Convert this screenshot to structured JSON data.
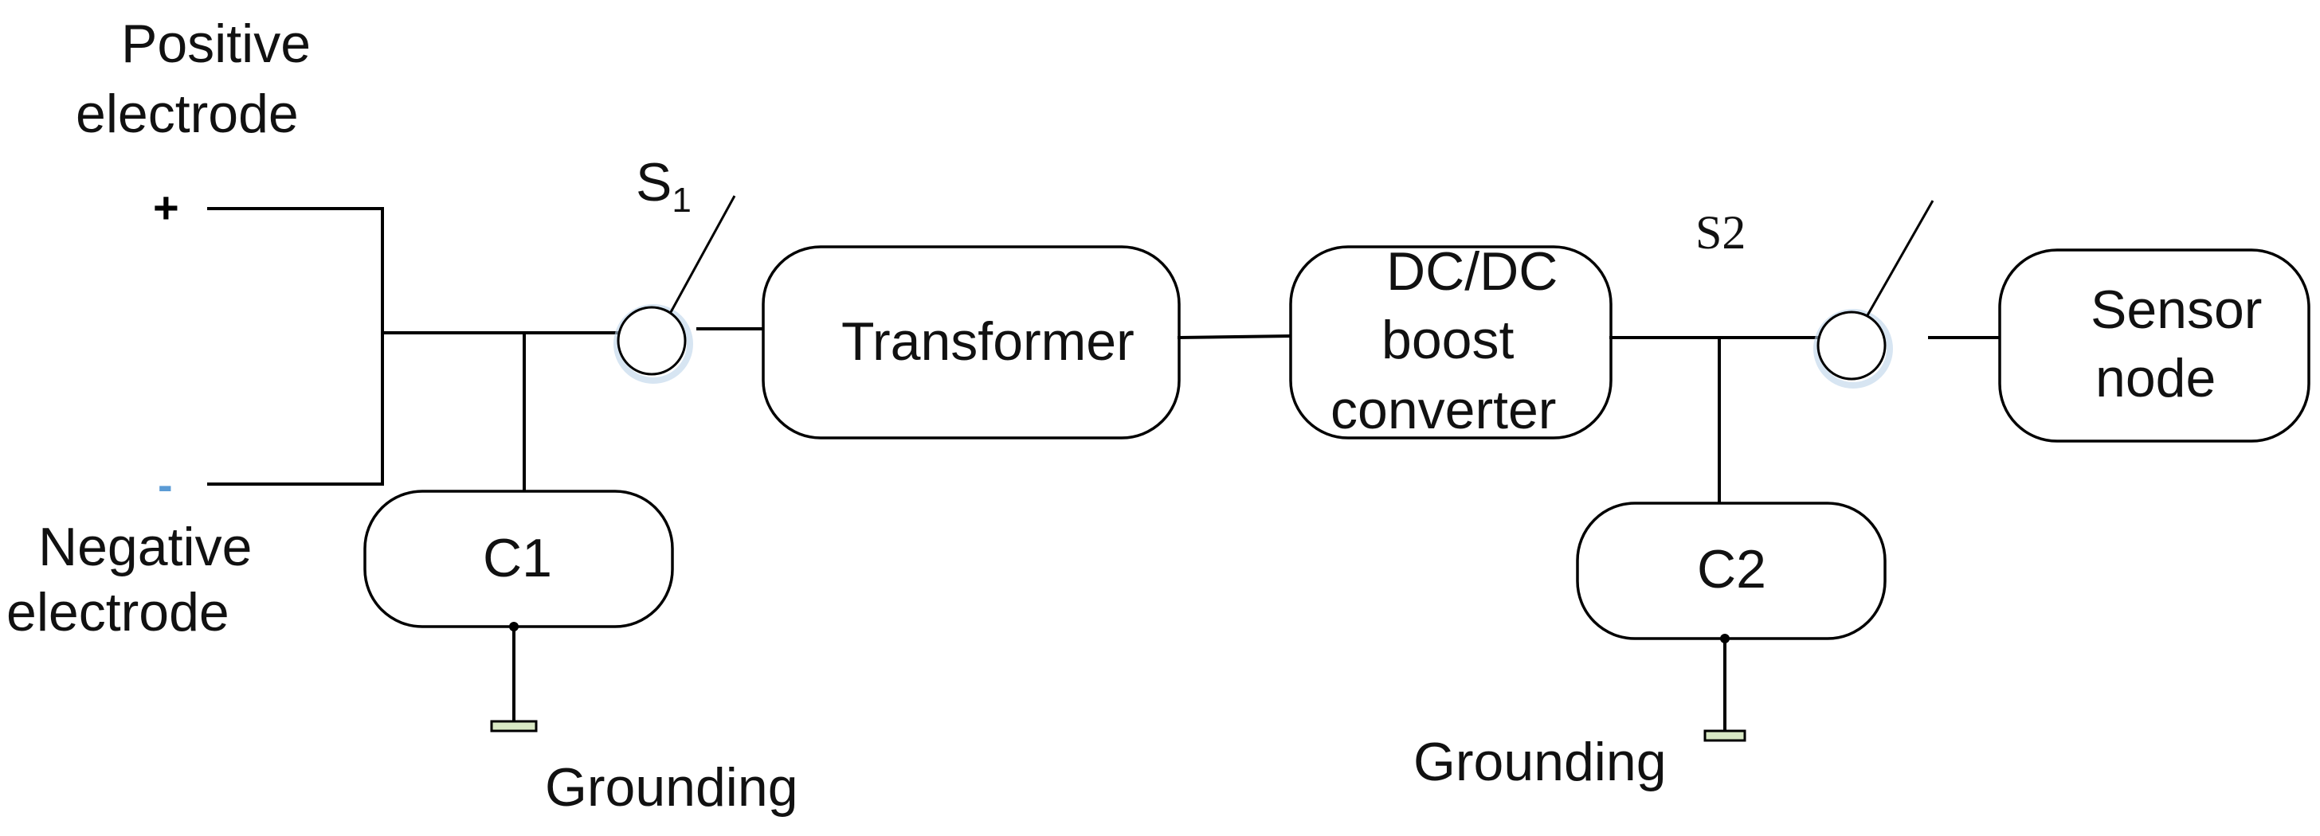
{
  "labels": {
    "positive_electrode_line1": "Positive",
    "positive_electrode_line2": "electrode",
    "negative_electrode_line1": "Negative",
    "negative_electrode_line2": "electrode",
    "plus_symbol": "+",
    "minus_symbol": "-",
    "switch1_main": "S",
    "switch1_sub": "1",
    "switch2": "S2",
    "grounding1": "Grounding",
    "grounding2": "Grounding"
  },
  "blocks": {
    "transformer": "Transformer",
    "dcdc_line1": "DC/DC",
    "dcdc_line2": "boost",
    "dcdc_line3": "converter",
    "sensor_line1": "Sensor",
    "sensor_line2": "node",
    "c1": "C1",
    "c2": "C2"
  },
  "colors": {
    "line": "#000000",
    "text": "#111111",
    "minus_symbol": "#5b9bd5",
    "ground_plate_fill": "#d8e8c4",
    "switch_glow": "#bcd3ea"
  }
}
